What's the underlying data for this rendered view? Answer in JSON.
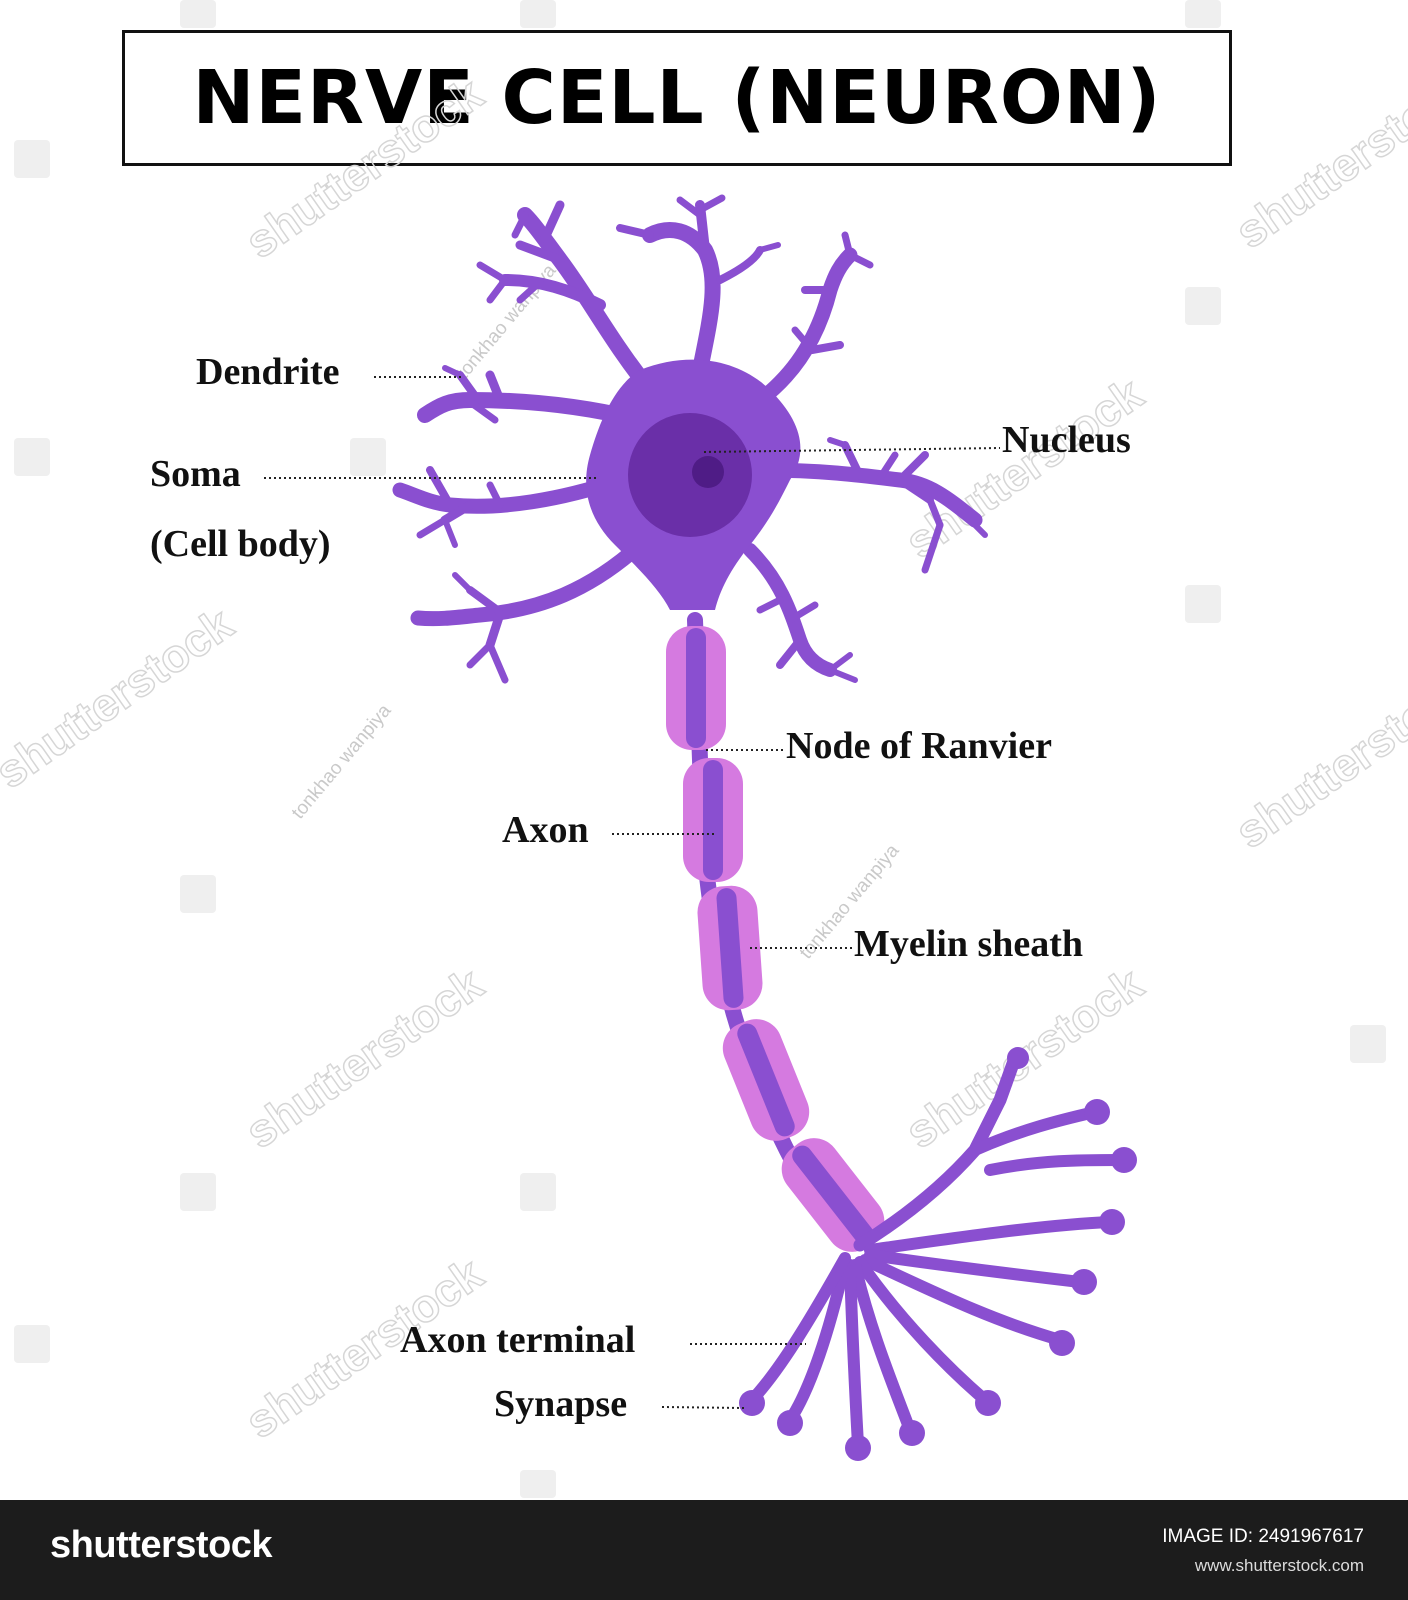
{
  "title": "NERVE CELL (NEURON)",
  "labels": {
    "dendrite": "Dendrite",
    "soma": "Soma",
    "soma_sub": "(Cell body)",
    "nucleus": "Nucleus",
    "node_of_ranvier": "Node of Ranvier",
    "axon": "Axon",
    "myelin_sheath": "Myelin sheath",
    "axon_terminal": "Axon terminal",
    "synapse": "Synapse"
  },
  "colors": {
    "cell": "#8a4fd0",
    "nucleus": "#6a2fa8",
    "nucleolus": "#4f1c86",
    "myelin": "#d57ae0",
    "axon_core": "#8a4fd0"
  },
  "watermark": {
    "brand": "shutterstock",
    "contributor": "tonkhao wanpiya"
  },
  "footer": {
    "logo": "shutterstock",
    "image_id": "IMAGE ID: 2491967617",
    "url": "www.shutterstock.com"
  }
}
